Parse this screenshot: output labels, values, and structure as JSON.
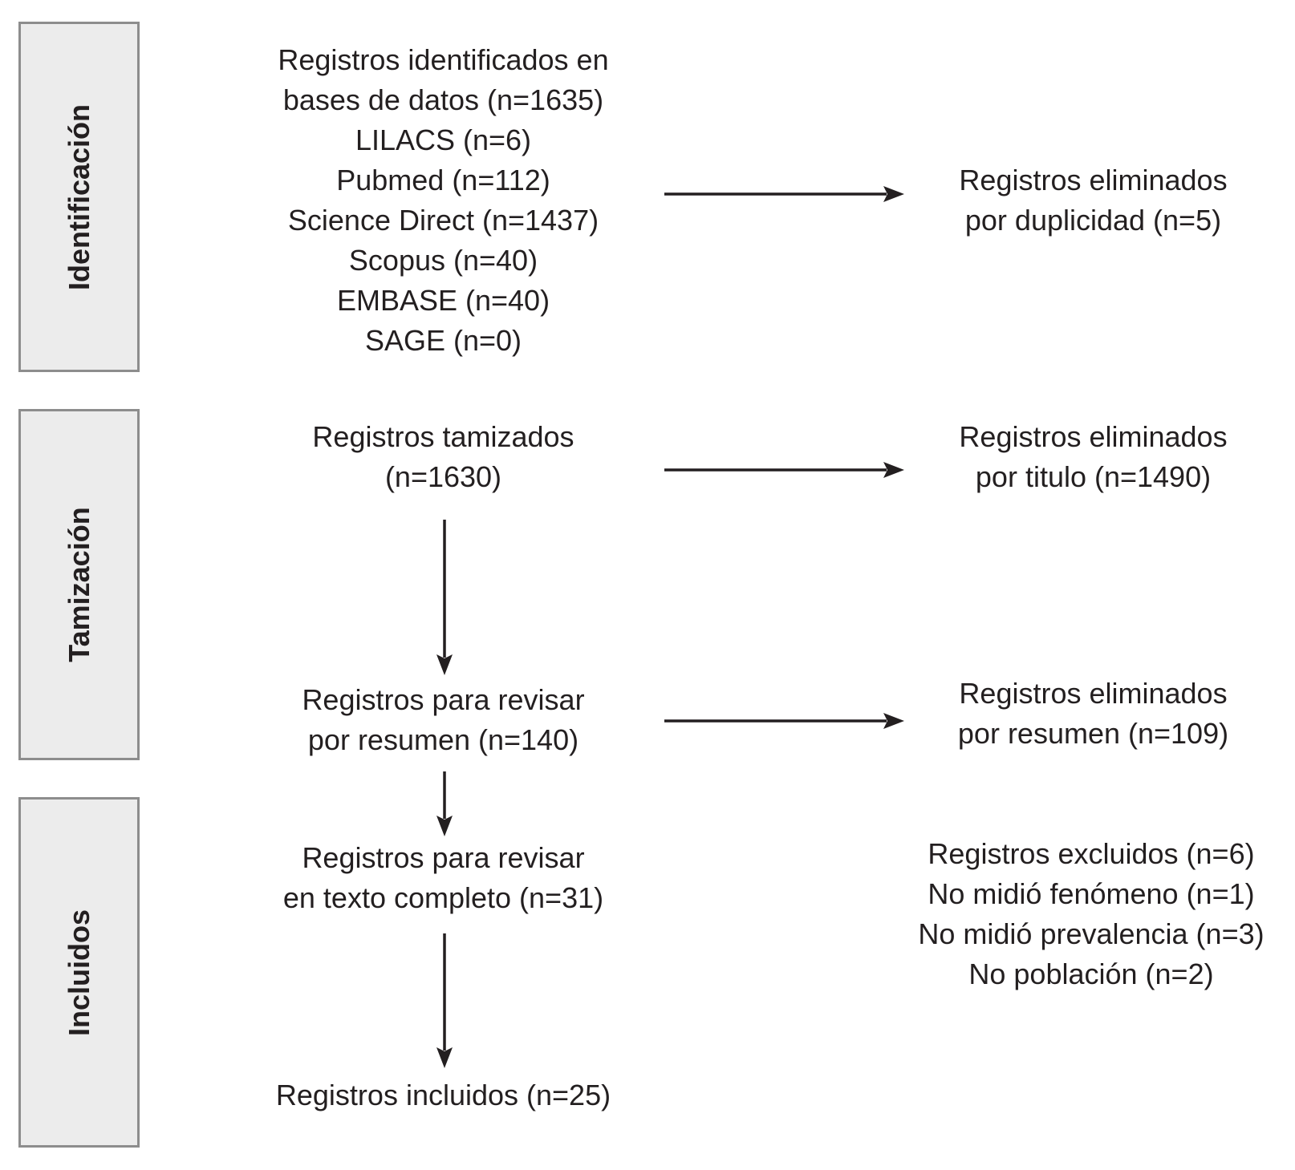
{
  "phases": {
    "identification": "Identificación",
    "screening": "Tamización",
    "included": "Incluidos"
  },
  "left": {
    "identified": {
      "lines": [
        "Registros identificados en",
        "bases de datos (n=1635)",
        "LILACS (n=6)",
        "Pubmed (n=112)",
        "Science Direct (n=1437)",
        "Scopus (n=40)",
        "EMBASE (n=40)",
        "SAGE (n=0)"
      ]
    },
    "screened": {
      "lines": [
        "Registros tamizados",
        "(n=1630)"
      ]
    },
    "abstract_review": {
      "lines": [
        "Registros para revisar",
        "por resumen (n=140)"
      ]
    },
    "fulltext_review": {
      "lines": [
        "Registros para revisar",
        "en texto completo (n=31)"
      ]
    },
    "included": {
      "lines": [
        "Registros incluidos (n=25)"
      ]
    }
  },
  "right": {
    "duplicates": {
      "lines": [
        "Registros eliminados",
        "por duplicidad (n=5)"
      ]
    },
    "by_title": {
      "lines": [
        "Registros eliminados",
        "por titulo (n=1490)"
      ]
    },
    "by_abstract": {
      "lines": [
        "Registros eliminados",
        "por resumen (n=109)"
      ]
    },
    "excluded": {
      "lines": [
        "Registros excluidos (n=6)",
        "No midió fenómeno (n=1)",
        "No midió prevalencia (n=3)",
        "No población (n=2)"
      ]
    }
  },
  "colors": {
    "phase_fill": "#ececec",
    "phase_border": "#8d8d8d",
    "text": "#231f20",
    "arrow": "#231f20"
  }
}
